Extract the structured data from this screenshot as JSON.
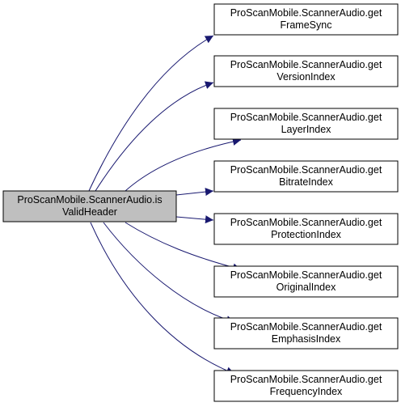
{
  "colors": {
    "source_fill": "#bfbfbf",
    "target_fill": "#ffffff",
    "node_border": "#000000",
    "edge": "#191970",
    "text": "#000000"
  },
  "source": {
    "line1": "ProScanMobile.ScannerAudio.is",
    "line2": "ValidHeader"
  },
  "targets": [
    {
      "line1": "ProScanMobile.ScannerAudio.get",
      "line2": "FrameSync"
    },
    {
      "line1": "ProScanMobile.ScannerAudio.get",
      "line2": "VersionIndex"
    },
    {
      "line1": "ProScanMobile.ScannerAudio.get",
      "line2": "LayerIndex"
    },
    {
      "line1": "ProScanMobile.ScannerAudio.get",
      "line2": "BitrateIndex"
    },
    {
      "line1": "ProScanMobile.ScannerAudio.get",
      "line2": "ProtectionIndex"
    },
    {
      "line1": "ProScanMobile.ScannerAudio.get",
      "line2": "OriginalIndex"
    },
    {
      "line1": "ProScanMobile.ScannerAudio.get",
      "line2": "EmphasisIndex"
    },
    {
      "line1": "ProScanMobile.ScannerAudio.get",
      "line2": "FrequencyIndex"
    }
  ]
}
